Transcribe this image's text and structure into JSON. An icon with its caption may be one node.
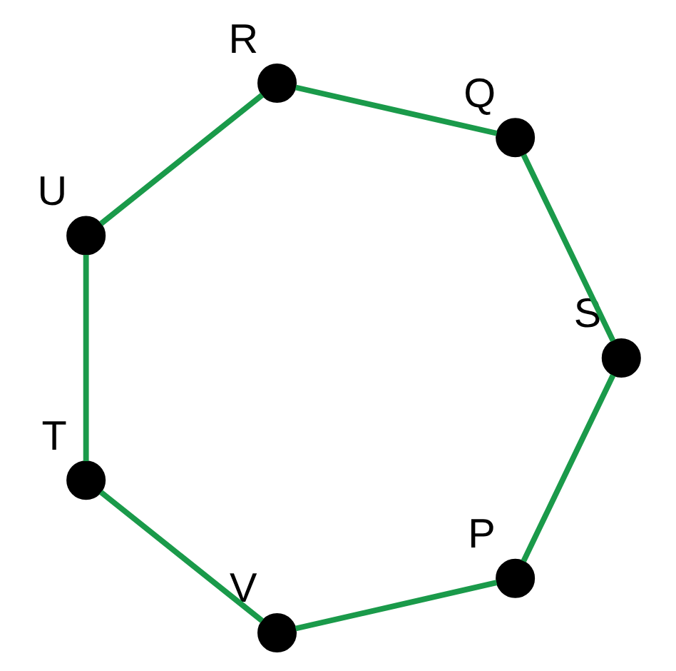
{
  "diagram": {
    "nodes": [
      {
        "text": [],
        "shape": "circle",
        "beside": [
          "P"
        ]
      },
      {
        "text": [],
        "shape": "circle",
        "beside": [
          "V"
        ]
      },
      {
        "text": [],
        "shape": "circle",
        "beside": [
          "S"
        ]
      },
      {
        "text": [],
        "shape": "circle",
        "beside": [
          "T"
        ]
      },
      {
        "text": [],
        "shape": "circle",
        "beside": [
          "Q"
        ]
      },
      {
        "text": [],
        "shape": "circle",
        "beside": [
          "U"
        ]
      },
      {
        "text": [],
        "shape": "circle",
        "beside": [
          "R"
        ]
      }
    ],
    "edges": [
      {
        "from": 0,
        "to": 1,
        "arrow": "none"
      },
      {
        "from": 1,
        "to": 3,
        "arrow": "none"
      },
      {
        "from": 3,
        "to": 5,
        "arrow": "none"
      },
      {
        "from": 5,
        "to": 6,
        "arrow": "none"
      },
      {
        "from": 6,
        "to": 4,
        "arrow": "none"
      },
      {
        "from": 4,
        "to": 2,
        "arrow": "none"
      },
      {
        "from": 2,
        "to": 0,
        "arrow": "none"
      }
    ]
  }
}
